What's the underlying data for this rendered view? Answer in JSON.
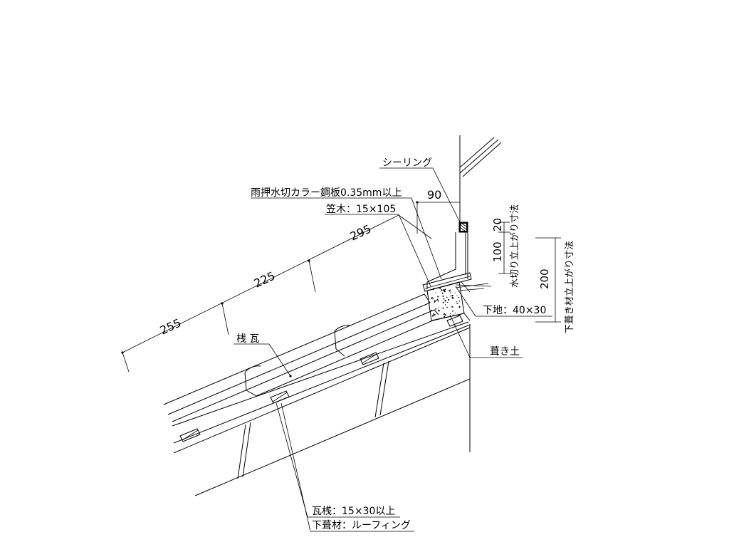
{
  "labels": {
    "sealing": "シーリング",
    "flashing": "雨押水切カラー鋼板0.35mm以上",
    "kasagi": "笠木：15×105",
    "sanka": "桟 瓦",
    "shitaji": "下地：40×30",
    "fukido": "葺き土",
    "kawarazan": "瓦桟：15×30以上",
    "shitabuki": "下葺材：ルーフィング",
    "flash_rise": "水切り立上がり寸法",
    "under_rise": "下葺き材立上がり寸法"
  },
  "dimensions": {
    "d255": "255",
    "d225": "225",
    "d295": "295",
    "d90": "90",
    "d20": "20",
    "d100": "100",
    "d200": "200"
  }
}
